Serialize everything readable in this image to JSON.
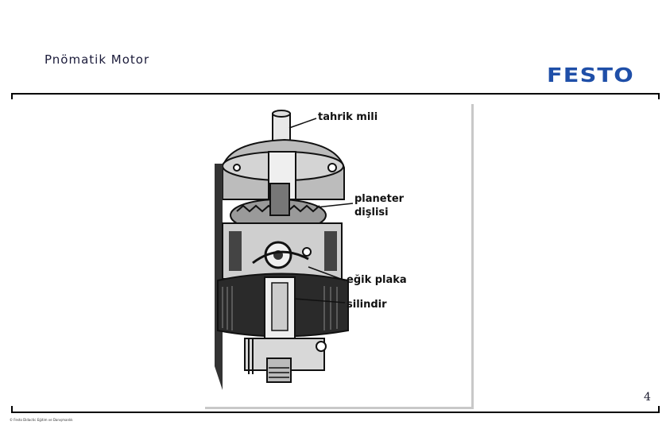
{
  "slide": {
    "title": "Pnömatik Motor",
    "page_number": "4",
    "copyright": "© Festo Didactic Eğitim ve Danışmanlık"
  },
  "logo": {
    "text": "FESTO",
    "color": "#1f4fa8"
  },
  "figure": {
    "labels": {
      "drive_shaft": "tahrik mili",
      "planet_gear_line1": "planeter",
      "planet_gear_line2": "dişlisi",
      "swash_plate": "eğik plaka",
      "cylinder": "silindir"
    }
  }
}
